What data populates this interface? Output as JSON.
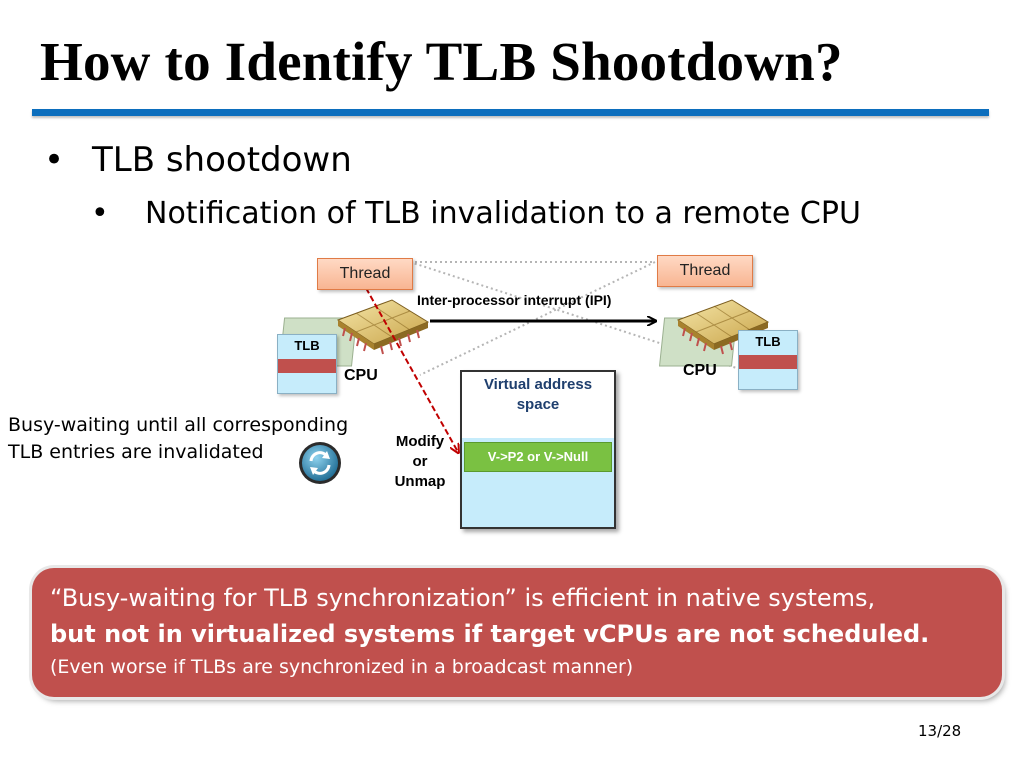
{
  "slide": {
    "title": "How to Identify TLB Shootdown?",
    "bullets": [
      {
        "marker": "•",
        "text": "TLB shootdown"
      },
      {
        "marker": "•",
        "text": "Notification of TLB invalidation to a remote CPU"
      }
    ],
    "page_number": "13/28"
  },
  "diagram": {
    "left_thread": "Thread",
    "right_thread": "Thread",
    "ipi_label": "Inter-processor interrupt (IPI)",
    "left_tlb": "TLB",
    "right_tlb": "TLB",
    "left_cpu": "CPU",
    "right_cpu": "CPU",
    "vas_title": "Virtual address space",
    "vas_entry": "V->P2 or V->Null",
    "modify_label": "Modify or Unmap",
    "busy_line1": "Busy-waiting until all corresponding",
    "busy_line2": "TLB entries are invalidated",
    "colors": {
      "tlb_fill": "#c6ecfb",
      "tlb_band": "#c0504d",
      "thread_fill": "#f8b592",
      "entry_fill": "#7ac142",
      "arrow_red": "#c00000"
    }
  },
  "callout": {
    "line1": "“Busy-waiting for TLB synchronization” is efficient in native systems,",
    "line2": "but not in virtualized systems if target vCPUs are not scheduled.",
    "line3": "(Even worse if TLBs are synchronized in a broadcast manner)",
    "fill_color": "#c0504d"
  },
  "accent_color": "#0c6ebd"
}
